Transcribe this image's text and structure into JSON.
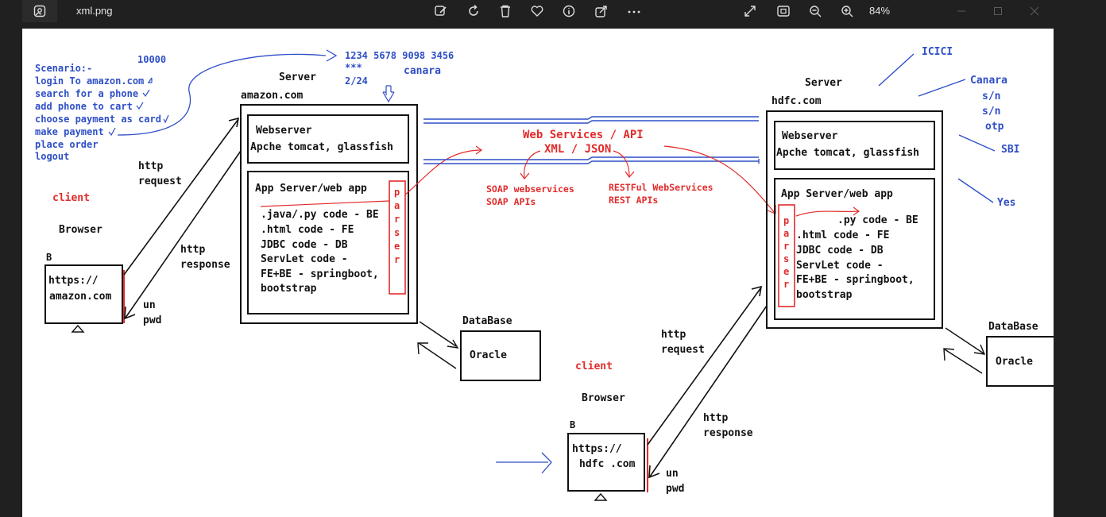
{
  "window": {
    "file_name": "xml.png",
    "zoom": "84%",
    "toolbar_icons": [
      "edit-image-icon",
      "rotate-icon",
      "delete-icon",
      "favorite-icon",
      "info-icon",
      "share-icon",
      "more-icon"
    ],
    "view_icons": [
      "fullscreen-icon",
      "fit-icon",
      "zoom-out-icon",
      "zoom-in-icon"
    ]
  },
  "colors": {
    "blue_ink": "#2f4fc7",
    "red_ink": "#e22b2b",
    "black_ink": "#111111"
  },
  "scenario": {
    "title": "Scenario:-",
    "steps": [
      "login To amazon.com",
      "search for a phone",
      "add phone to cart",
      "choose payment as card",
      "make payment",
      "place order",
      "logout"
    ],
    "amount": "10000",
    "card_number": "1234 5678 9098 3456",
    "card_cvv": "***",
    "card_expiry": "2/24",
    "card_bank": "canara"
  },
  "left": {
    "server_label": "Server",
    "domain": "amazon.com",
    "webserver_title": "Webserver",
    "webserver_sub": "Apche tomcat, glassfish",
    "app_title": "App Server/web app",
    "code_lines": [
      ".java/.py code - BE",
      ".html code - FE",
      "JDBC code - DB",
      "ServLet code -",
      "FE+BE - springboot,",
      "bootstrap"
    ],
    "parser": [
      "p",
      "a",
      "r",
      "s",
      "e",
      "r"
    ],
    "http_request": [
      "http",
      "request"
    ],
    "http_response": [
      "http",
      "response"
    ],
    "client": "client",
    "browser": "Browser",
    "b": "B",
    "url": [
      "https://",
      "amazon.com"
    ],
    "un": "un",
    "pwd": "pwd",
    "database": "DataBase",
    "db": "Oracle"
  },
  "middle": {
    "ws_title": "Web Services / API",
    "ws_sub": "XML / JSON",
    "soap": [
      "SOAP webservices",
      "SOAP APIs"
    ],
    "rest": [
      "RESTFul WebServices",
      "REST APIs"
    ]
  },
  "right": {
    "server_label": "Server",
    "domain": "hdfc.com",
    "webserver_title": "Webserver",
    "webserver_sub": "Apche tomcat, glassfish",
    "app_title": "App Server/web app",
    "code_lines": [
      ".py code - BE",
      ".html code - FE",
      "JDBC code - DB",
      "ServLet code -",
      "FE+BE - springboot,",
      "bootstrap"
    ],
    "parser": [
      "p",
      "a",
      "r",
      "s",
      "e",
      "r"
    ],
    "http_request": [
      "http",
      "request"
    ],
    "http_response": [
      "http",
      "response"
    ],
    "client": "client",
    "browser": "Browser",
    "b": "B",
    "url": [
      "https://",
      "hdfc  .com"
    ],
    "un": "un",
    "pwd": "pwd",
    "database": "DataBase",
    "db": "Oracle"
  },
  "banks": {
    "icici": "ICICI",
    "canara": "Canara",
    "sn1": "s/n",
    "sn2": "s/n",
    "otp": "otp",
    "sbi": "SBI",
    "yes": "Yes"
  }
}
